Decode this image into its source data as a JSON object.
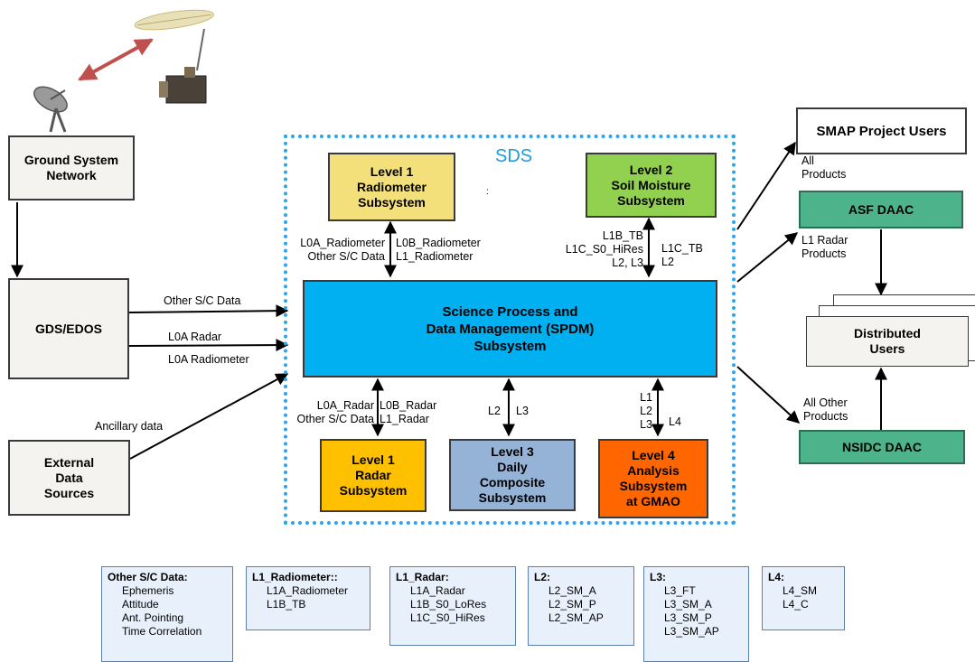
{
  "sds": {
    "title": "SDS"
  },
  "nodes": {
    "ground_system": "Ground System\nNetwork",
    "gds_edos": "GDS/EDOS",
    "external_data": "External\nData\nSources",
    "l1_radiometer": "Level 1\nRadiometer\nSubsystem",
    "l2_soil_moisture": "Level 2\nSoil Moisture\nSubsystem",
    "spdm": "Science Process and\nData  Management  (SPDM)\nSubsystem",
    "l1_radar": "Level 1\nRadar\nSubsystem",
    "l3_daily": "Level 3\nDaily\nComposite\nSubsystem",
    "l4_analysis": "Level 4\nAnalysis\nSubsystem\nat GMAO",
    "smap_users": "SMAP Project Users",
    "asf_daac": "ASF DAAC",
    "distributed_users": "Distributed\nUsers",
    "nsidc_daac": "NSIDC DAAC"
  },
  "flow_labels": {
    "other_sc_data": "Other S/C Data",
    "l0a_radar": "L0A Radar",
    "l0a_radiometer": "L0A Radiometer",
    "ancillary": "Ancillary data",
    "rad_left": "L0A_Radiometer\nOther S/C Data",
    "rad_right": "L0B_Radiometer\nL1_Radiometer",
    "sm_left": "L1B_TB\nL1C_S0_HiRes\nL2, L3",
    "sm_right": "L1C_TB\nL2",
    "radar_left": "L0A_Radar\nOther S/C Data",
    "radar_right": "L0B_Radar\nL1_Radar",
    "l3_left": "L2",
    "l3_right": "L3",
    "l4_left": "L1\nL2\nL3",
    "l4_right": "L4",
    "all_products": "All\nProducts",
    "l1_radar_products": "L1 Radar\nProducts",
    "all_other_products": "All Other\nProducts",
    "colon": ":"
  },
  "legend": [
    {
      "title": "Other S/C Data:",
      "items": [
        "Ephemeris",
        "Attitude",
        "Ant. Pointing",
        "Time Correlation"
      ]
    },
    {
      "title": "L1_Radiometer::",
      "items": [
        "L1A_Radiometer",
        "L1B_TB"
      ]
    },
    {
      "title": "L1_Radar:",
      "items": [
        "L1A_Radar",
        "L1B_S0_LoRes",
        "L1C_S0_HiRes"
      ]
    },
    {
      "title": "L2:",
      "items": [
        "L2_SM_A",
        "L2_SM_P",
        "L2_SM_AP"
      ]
    },
    {
      "title": "L3:",
      "items": [
        "L3_FT",
        "L3_SM_A",
        "L3_SM_P",
        "L3_SM_AP"
      ]
    },
    {
      "title": "L4:",
      "items": [
        "L4_SM",
        "L4_C"
      ]
    }
  ],
  "colors": {
    "l1_radiometer": "#f4e07a",
    "l2_soil_moisture": "#92d050",
    "spdm": "#00b0f0",
    "l1_radar": "#ffc000",
    "l3_daily": "#95b3d7",
    "l4_analysis": "#ff6600",
    "daac": "#4db38a",
    "ground": "#f5f3ef",
    "sds_border": "#2aa6e8",
    "uplink_arrow": "#c0504d"
  }
}
